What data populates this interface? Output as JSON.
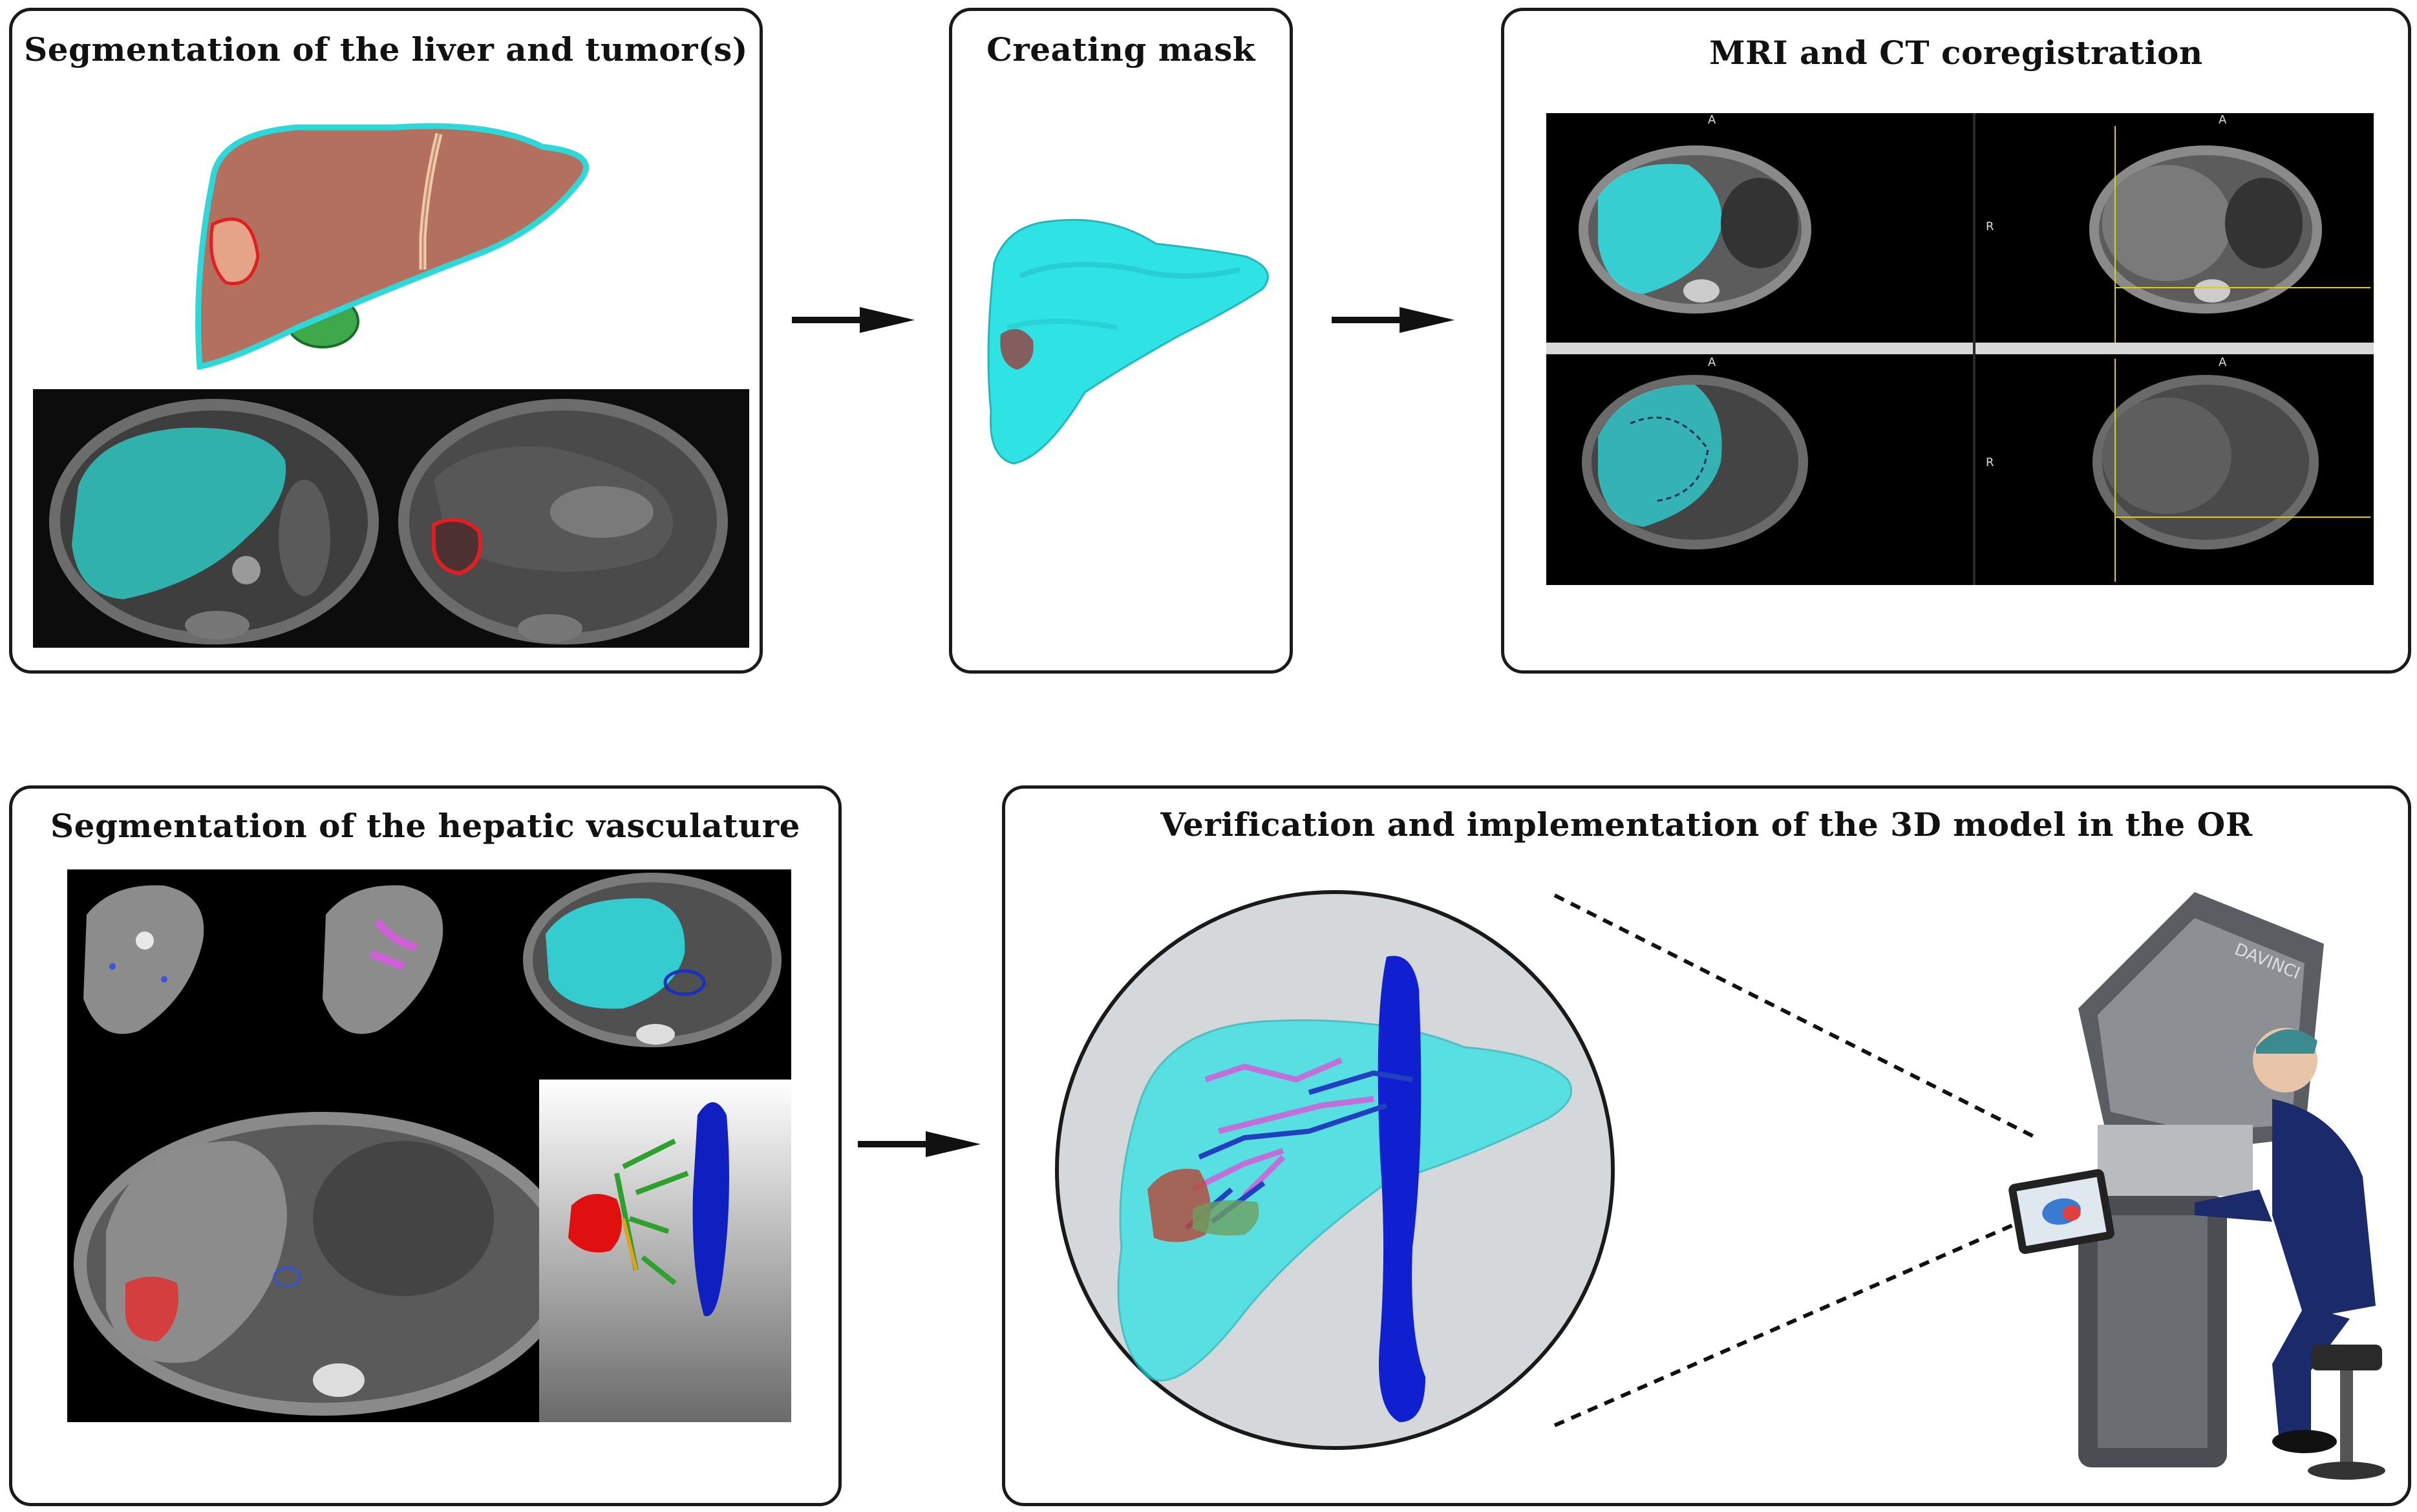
{
  "panels": {
    "liver_tumor": {
      "title": "Segmentation of the liver and tumor(s)"
    },
    "mask": {
      "title": "Creating mask"
    },
    "coregistration": {
      "title": "MRI and CT coregistration",
      "view_labels": [
        "A",
        "A",
        "A",
        "A"
      ],
      "side_labels": [
        "R",
        "R"
      ]
    },
    "vasculature": {
      "title": "Segmentation of the hepatic vasculature"
    },
    "verification": {
      "title": "Verification and implementation of the 3D model in the OR"
    }
  },
  "robot_brand": "DAVINCI",
  "colors": {
    "liver_brown": "#b4705e",
    "segmentation_cyan": "#2fd8d8",
    "tumor_red": "#e02020",
    "portal_blue": "#1e3fc8",
    "vein_violet": "#c070d8",
    "vena_cava": "#1020d0",
    "gallbladder_green": "#3fa84a",
    "panel_border": "#1a1a1a",
    "arrow": "#111111",
    "scan_bg": "#000000"
  },
  "icons": [
    "arrow-right-icon",
    "arrow-right-icon",
    "arrow-right-icon",
    "dashed-connector-icon"
  ]
}
